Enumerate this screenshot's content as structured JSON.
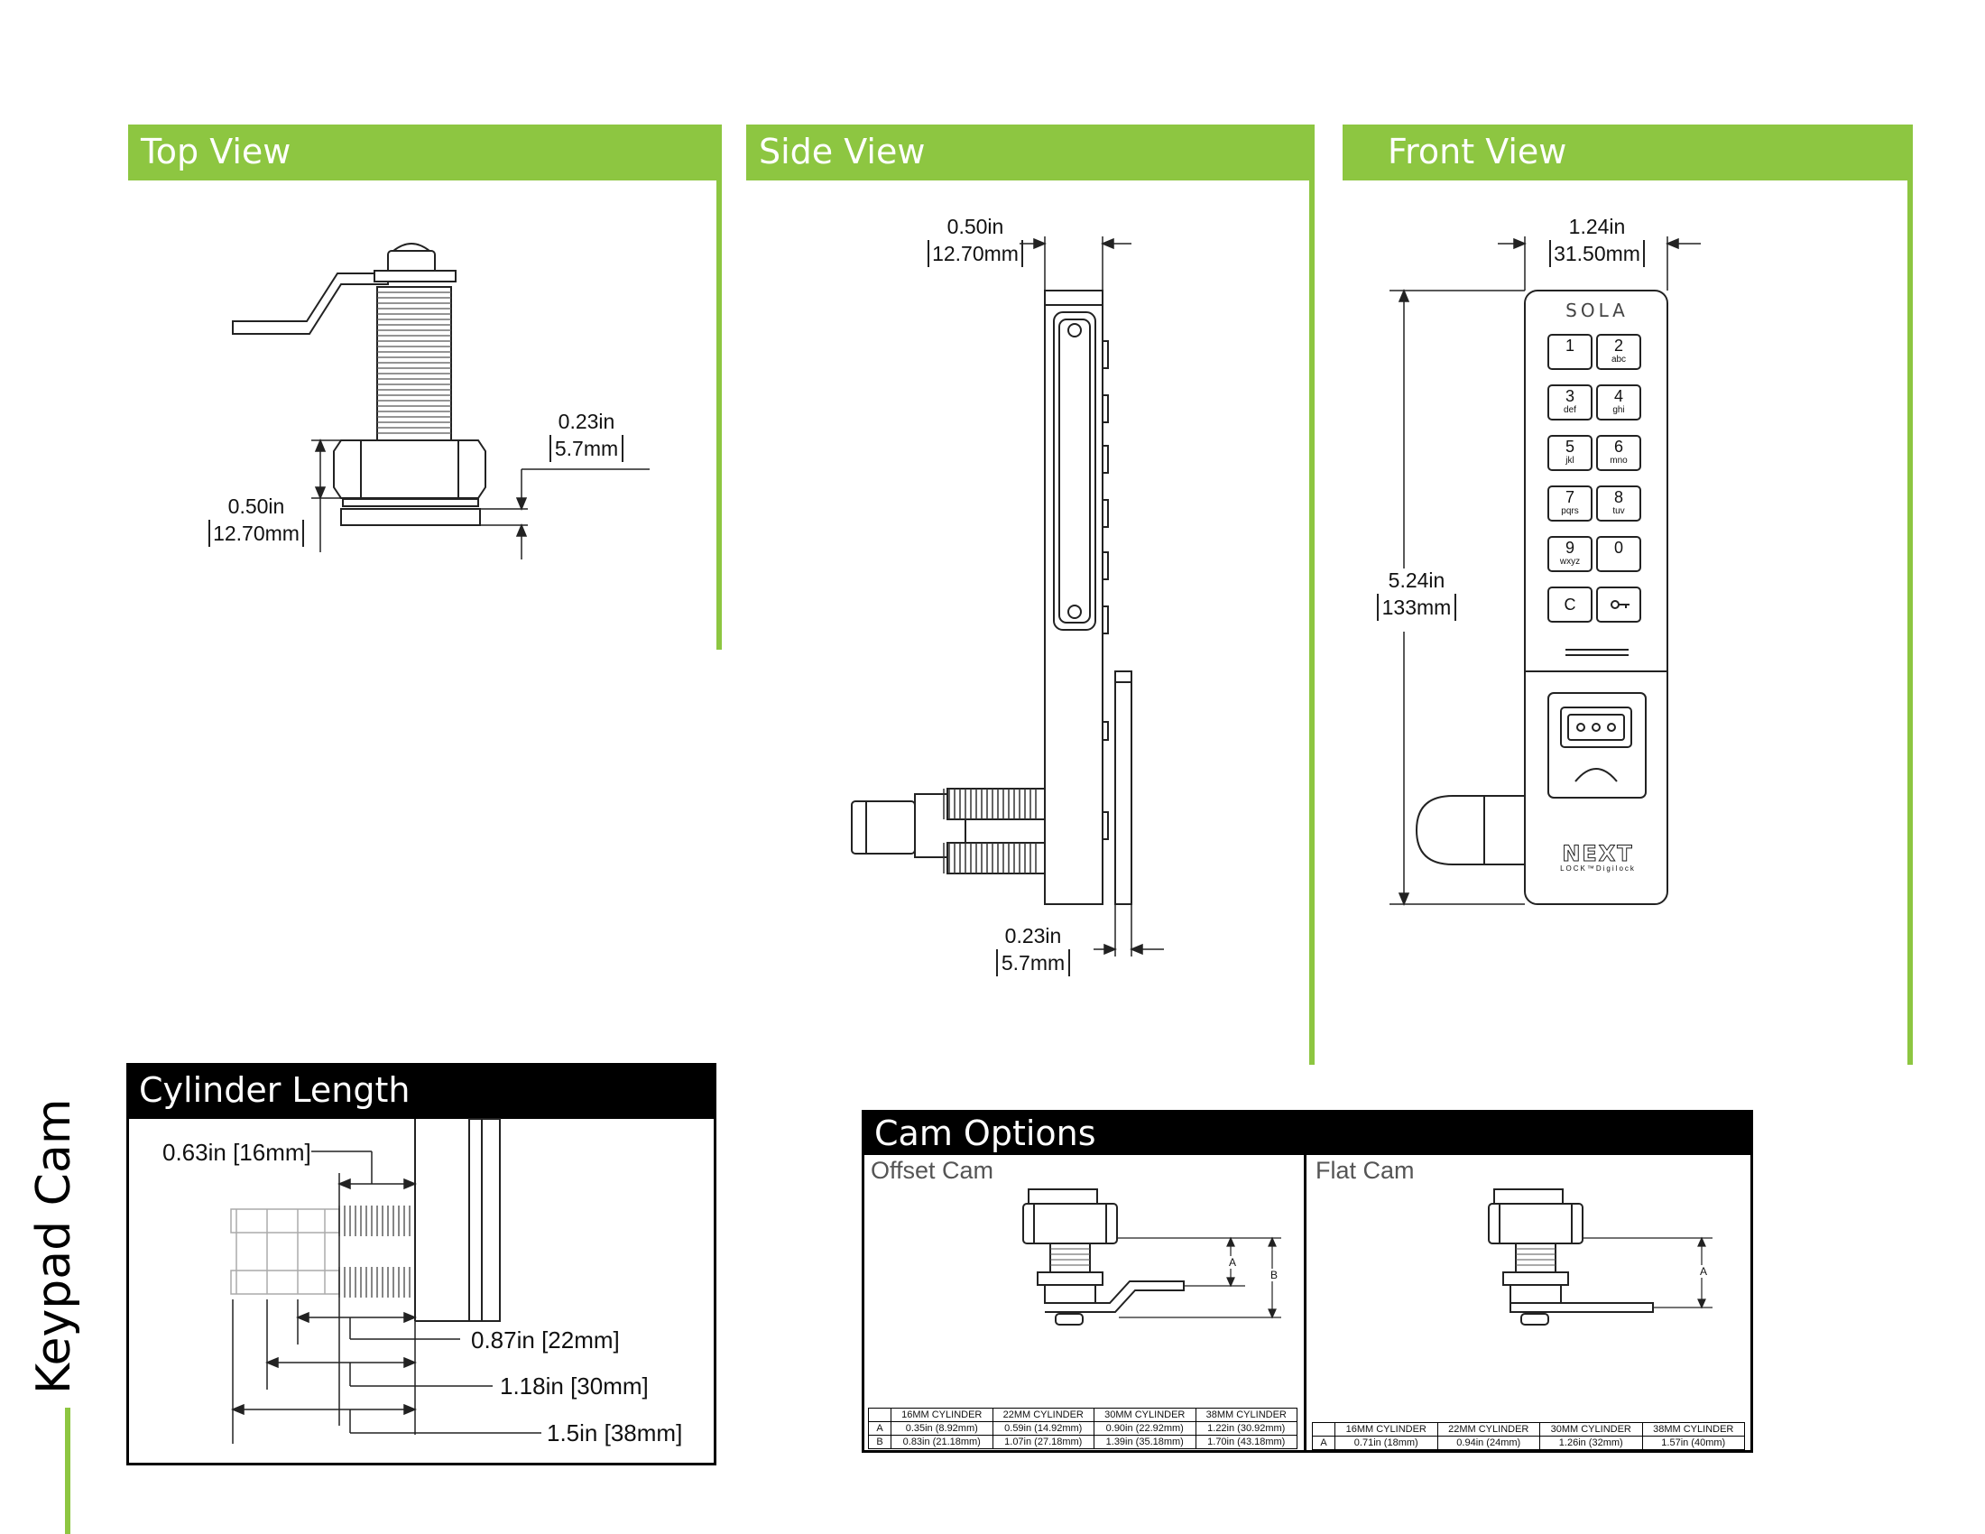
{
  "sections": {
    "top_view": "Top View",
    "side_view": "Side View",
    "front_view": "Front View",
    "cylinder_length": "Cylinder Length",
    "cam_options": "Cam Options",
    "offset_cam": "Offset Cam",
    "flat_cam": "Flat Cam"
  },
  "side_title": "Keypad Cam",
  "top_view_dims": {
    "a_in": "0.23in",
    "a_mm": "5.7mm",
    "b_in": "0.50in",
    "b_mm": "12.70mm"
  },
  "side_view_dims": {
    "a_in": "0.50in",
    "a_mm": "12.70mm",
    "b_in": "0.23in",
    "b_mm": "5.7mm"
  },
  "front_view_dims": {
    "w_in": "1.24in",
    "w_mm": "31.50mm",
    "h_in": "5.24in",
    "h_mm": "133mm"
  },
  "brand": "SOLA",
  "keypad": [
    {
      "num": "1",
      "sub": ""
    },
    {
      "num": "2",
      "sub": "abc"
    },
    {
      "num": "3",
      "sub": "def"
    },
    {
      "num": "4",
      "sub": "ghi"
    },
    {
      "num": "5",
      "sub": "jkl"
    },
    {
      "num": "6",
      "sub": "mno"
    },
    {
      "num": "7",
      "sub": "pqrs"
    },
    {
      "num": "8",
      "sub": "tuv"
    },
    {
      "num": "9",
      "sub": "wxyz"
    },
    {
      "num": "0",
      "sub": ""
    },
    {
      "num": "C",
      "sub": ""
    },
    {
      "num": "",
      "sub": ""
    }
  ],
  "logo_next": "NEXT",
  "logo_sub": "LOCK™Digilock",
  "cylinder_dims": {
    "d16": "0.63in [16mm]",
    "d22": "0.87in [22mm]",
    "d30": "1.18in [30mm]",
    "d38": "1.5in [38mm]"
  },
  "offset_table": {
    "headers": [
      "16MM CYLINDER",
      "22MM CYLINDER",
      "30MM CYLINDER",
      "38MM CYLINDER"
    ],
    "rows": [
      {
        "label": "A",
        "values": [
          "0.35in (8.92mm)",
          "0.59in (14.92mm)",
          "0.90in (22.92mm)",
          "1.22in (30.92mm)"
        ]
      },
      {
        "label": "B",
        "values": [
          "0.83in (21.18mm)",
          "1.07in (27.18mm)",
          "1.39in (35.18mm)",
          "1.70in (43.18mm)"
        ]
      }
    ]
  },
  "flat_table": {
    "headers": [
      "16MM CYLINDER",
      "22MM CYLINDER",
      "30MM CYLINDER",
      "38MM CYLINDER"
    ],
    "rows": [
      {
        "label": "A",
        "values": [
          "0.71in (18mm)",
          "0.94in (24mm)",
          "1.26in (32mm)",
          "1.57in (40mm)"
        ]
      }
    ]
  },
  "cam_labels": {
    "a": "A",
    "b": "B"
  },
  "colors": {
    "accent": "#8dc641",
    "dark": "#000000"
  }
}
